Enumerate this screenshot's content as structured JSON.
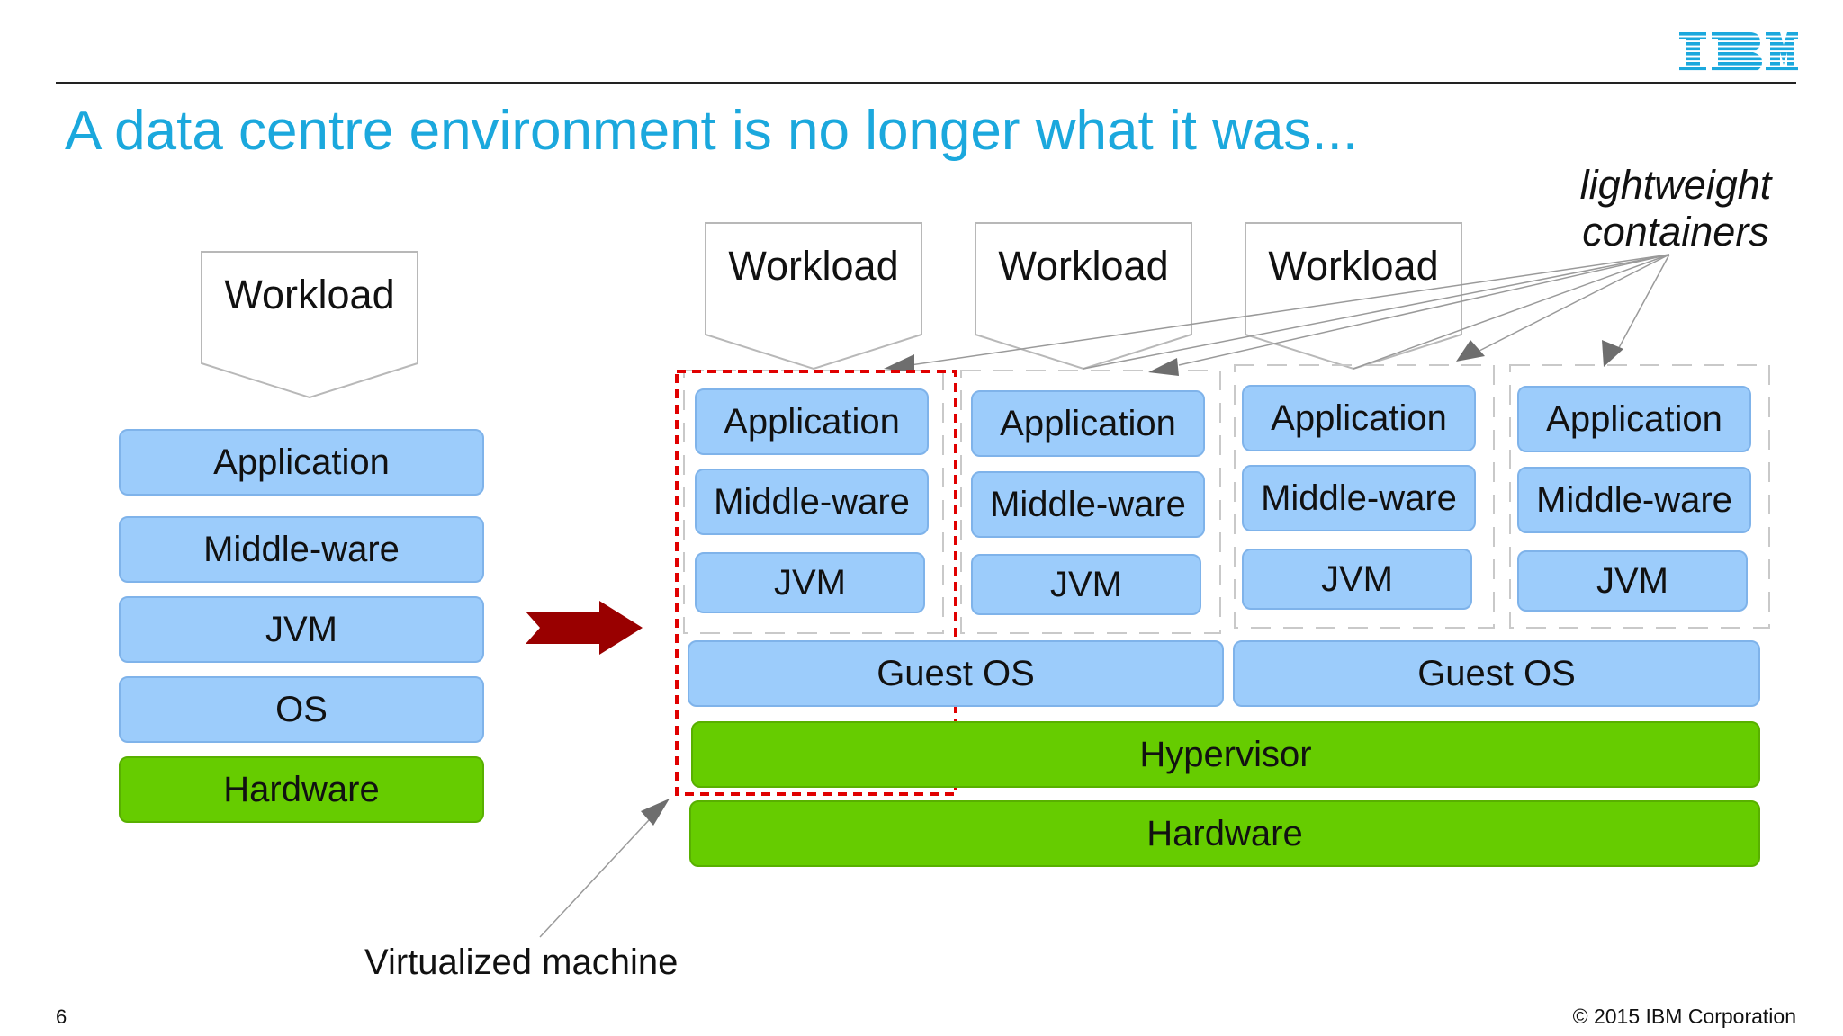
{
  "slide": {
    "title": "A data centre environment is no longer what it was...",
    "page_number": "6",
    "copyright": "© 2015 IBM Corporation",
    "brand": "IBM",
    "brand_color": "#1ba8dd"
  },
  "left_stack": {
    "workload": "Workload",
    "layers": [
      "Application",
      "Middle-ware",
      "JVM",
      "OS",
      "Hardware"
    ]
  },
  "right_stack": {
    "workloads": [
      "Workload",
      "Workload",
      "Workload"
    ],
    "containers": [
      {
        "application": "Application",
        "middleware": "Middle-ware",
        "jvm": "JVM"
      },
      {
        "application": "Application",
        "middleware": "Middle-ware",
        "jvm": "JVM"
      },
      {
        "application": "Application",
        "middleware": "Middle-ware",
        "jvm": "JVM"
      },
      {
        "application": "Application",
        "middleware": "Middle-ware",
        "jvm": "JVM"
      }
    ],
    "guest_os": [
      "Guest OS",
      "Guest OS"
    ],
    "hypervisor": "Hypervisor",
    "hardware": "Hardware"
  },
  "annotations": {
    "lightweight_containers": "lightweight containers",
    "virtualized_machine": "Virtualized machine"
  },
  "colors": {
    "layer_blue": "#9cccfb",
    "layer_green": "#66cc00",
    "arrow_red": "#990000",
    "highlight_red": "#e00000"
  }
}
